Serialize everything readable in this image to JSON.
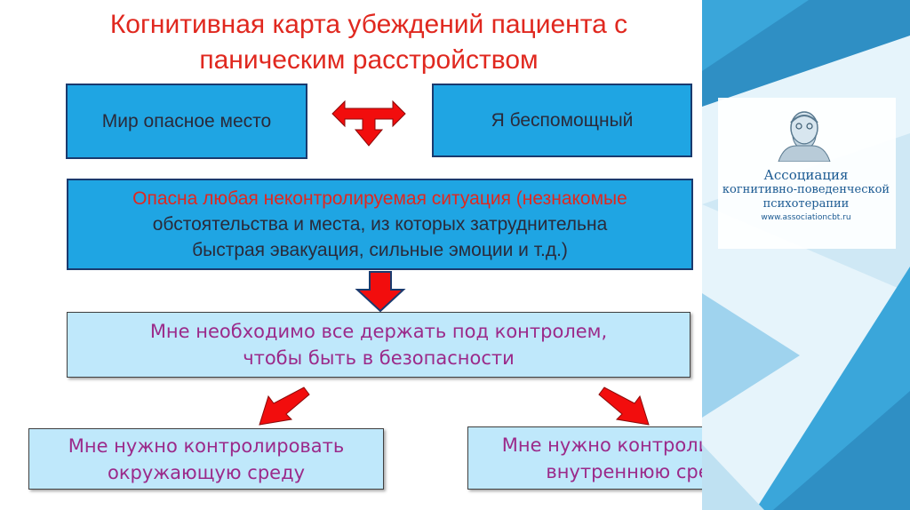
{
  "title": {
    "line1": "Когнитивная карта убеждений пациента с",
    "line2": "паническим расстройством"
  },
  "nodes": {
    "world": "Мир опасное место",
    "helpless": "Я беспомощный",
    "danger_line1": "Опасна любая неконтролируемая ситуация (незнакомые",
    "danger_line2": "обстоятельства и места, из которых затруднительна",
    "danger_line3": "быстрая эвакуация, сильные эмоции и т.д.)",
    "control_line1": "Мне необходимо все держать под контролем,",
    "control_line2": "чтобы быть в безопасности",
    "outer_line1": "Мне нужно контролировать",
    "outer_line2": "окружающую среду",
    "inner_line1": "Мне нужно контролировать",
    "inner_line2": "внутреннюю среду"
  },
  "logo": {
    "line1": "Ассоциация",
    "line2": "когнитивно-поведенческой",
    "line3": "психотерапии",
    "url": "www.associationcbt.ru"
  },
  "colors": {
    "title": "#e0281f",
    "dark_box": "#1fa5e3",
    "light_box": "#bfe8fb",
    "light_text": "#9b2a8a",
    "arrow": "#f20d0d"
  }
}
